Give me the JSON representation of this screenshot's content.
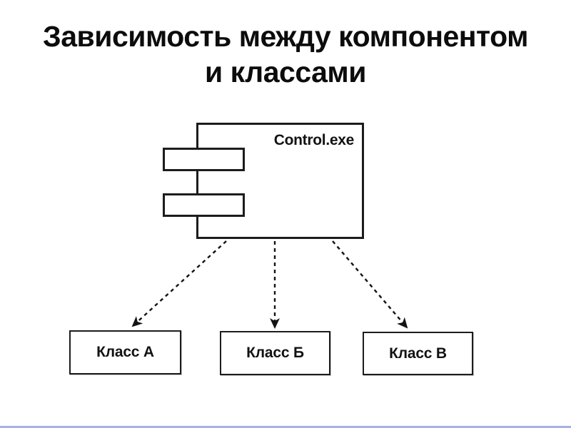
{
  "page": {
    "background": "#ffffff",
    "line_color": "#1c1c1c",
    "accent_line_color": "#a7b1e6"
  },
  "title": {
    "line1": "Зависимость между компонентом",
    "line2": "и классами"
  },
  "diagram": {
    "component": {
      "label": "Control.exe"
    },
    "classes": [
      {
        "label": "Класс А"
      },
      {
        "label": "Класс Б"
      },
      {
        "label": "Класс В"
      }
    ],
    "arrows": [
      {
        "from": "Control.exe",
        "to": "Класс А",
        "style": "dashed"
      },
      {
        "from": "Control.exe",
        "to": "Класс Б",
        "style": "dashed"
      },
      {
        "from": "Control.exe",
        "to": "Класс В",
        "style": "dashed"
      }
    ]
  }
}
